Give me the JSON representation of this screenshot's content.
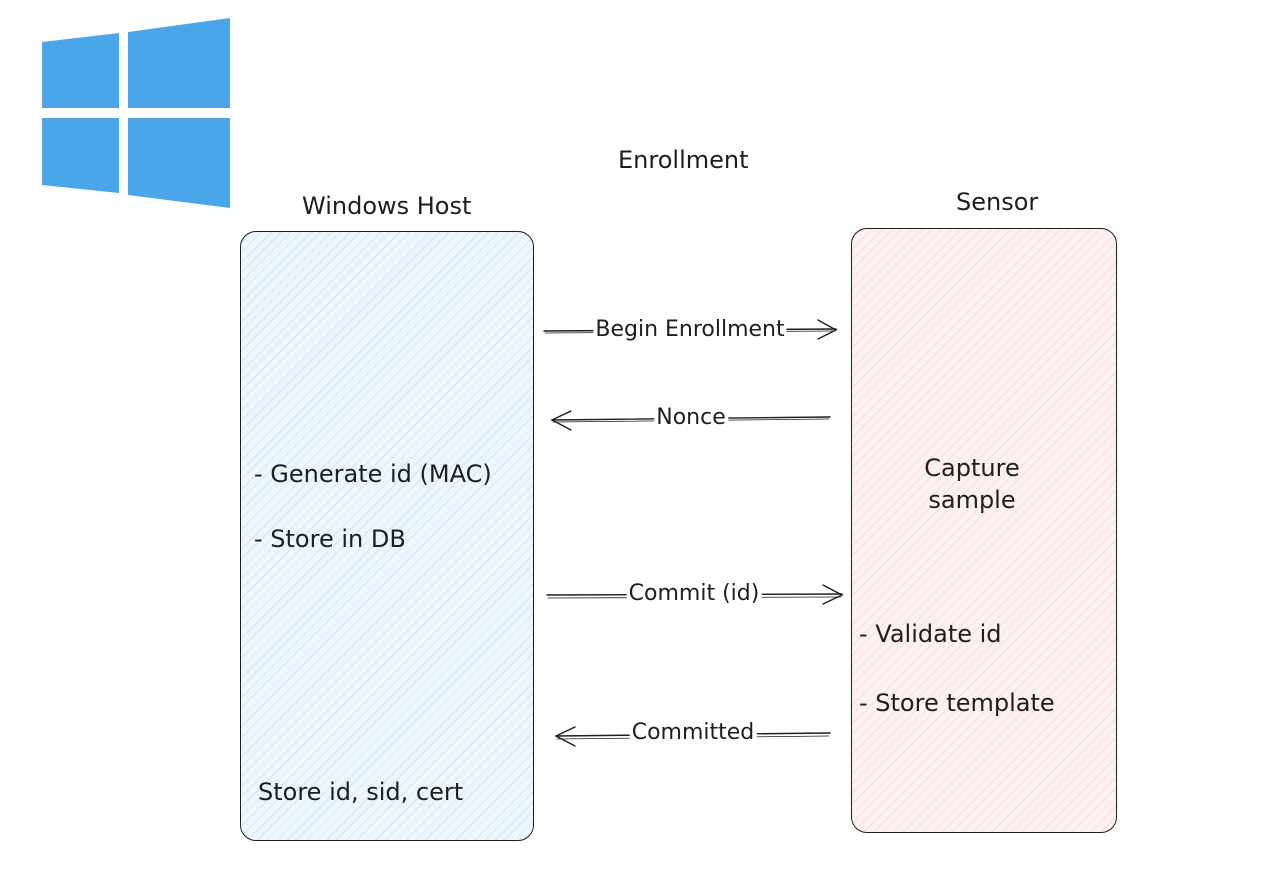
{
  "title": "Enrollment",
  "logo_icon": "windows-logo-icon",
  "colors": {
    "logo": "#4aa6e8",
    "host_fill": "#eef6fd",
    "sensor_fill": "#fdf1f1",
    "stroke": "#1e1e1e"
  },
  "host": {
    "header": "Windows Host",
    "step1": "- Generate id (MAC)",
    "step2": "- Store in DB",
    "footer": "Store id, sid, cert"
  },
  "sensor": {
    "header": "Sensor",
    "capture_line1": "Capture",
    "capture_line2": "sample",
    "step1": "- Validate id",
    "step2": "- Store template"
  },
  "messages": {
    "begin": "Begin Enrollment",
    "nonce": "Nonce",
    "commit": "Commit (id)",
    "committed": "Committed"
  }
}
